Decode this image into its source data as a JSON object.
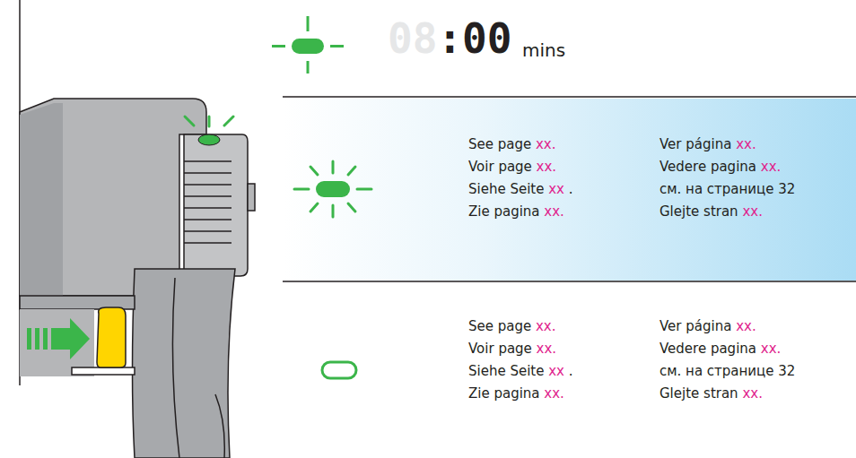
{
  "diagram": {
    "nodes": [
      {
        "text": [
          "See page xx.",
          "Voir page xx.",
          "Siehe Seite xx .",
          "Zie pagina xx.",
          "Ver página xx.",
          "Vedere pagina xx.",
          "см. на странице 32",
          "Glejte stran xx."
        ]
      }
    ],
    "labels": [
      "08:00",
      "mins",
      "See page xx.",
      "Voir page xx.",
      "Siehe Seite xx .",
      "Zie pagina xx.",
      "Ver página xx.",
      "Vedere pagina xx.",
      "см. на странице 32",
      "Glejte stran xx."
    ]
  }
}
